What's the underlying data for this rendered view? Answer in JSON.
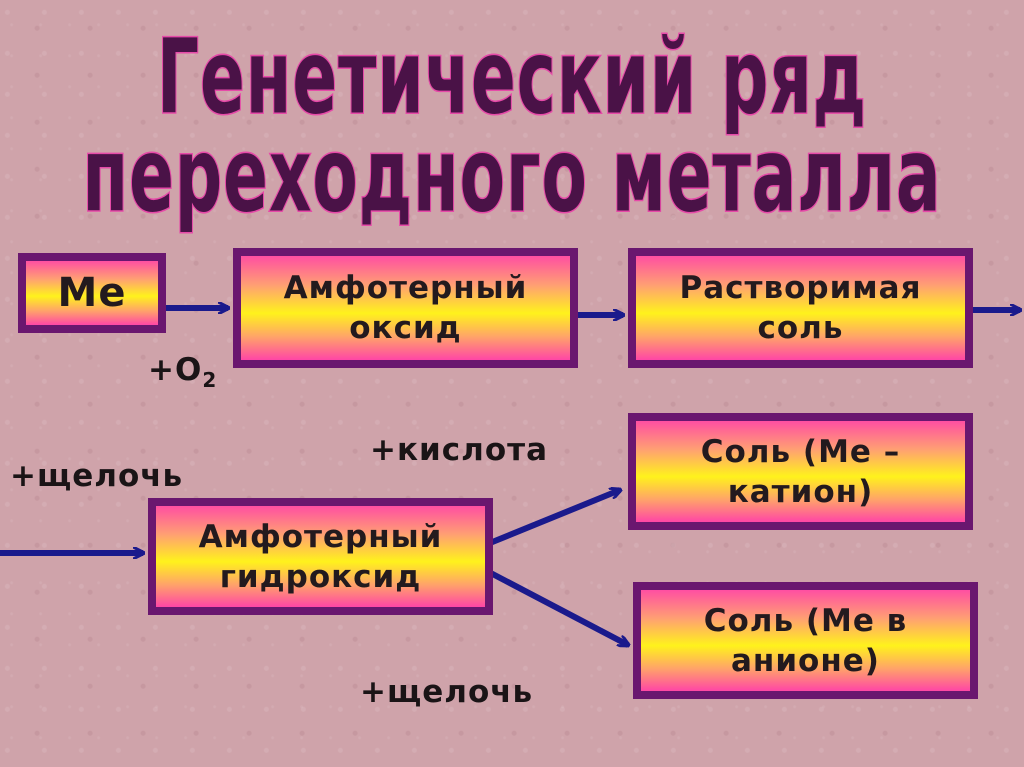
{
  "title": {
    "line1": "Генетический ряд",
    "line2": "переходного металла"
  },
  "boxes": {
    "me": "Ме",
    "oxide": [
      "Амфотерный",
      "оксид"
    ],
    "soluble_salt": [
      "Растворимая",
      "соль"
    ],
    "salt_cation": [
      "Соль (Ме –",
      "катион)"
    ],
    "hydroxide": [
      "Амфотерный",
      "гидроксид"
    ],
    "salt_anion": [
      "Соль (Ме в",
      "анионе)"
    ]
  },
  "labels": {
    "o2_prefix": "+O",
    "o2_sub": "2",
    "acid": "+кислота",
    "alkali_left": "+щелочь",
    "alkali_bottom": "+щелочь"
  },
  "colors": {
    "arrow": "#1a1a8c",
    "box_border": "#6a176f"
  }
}
